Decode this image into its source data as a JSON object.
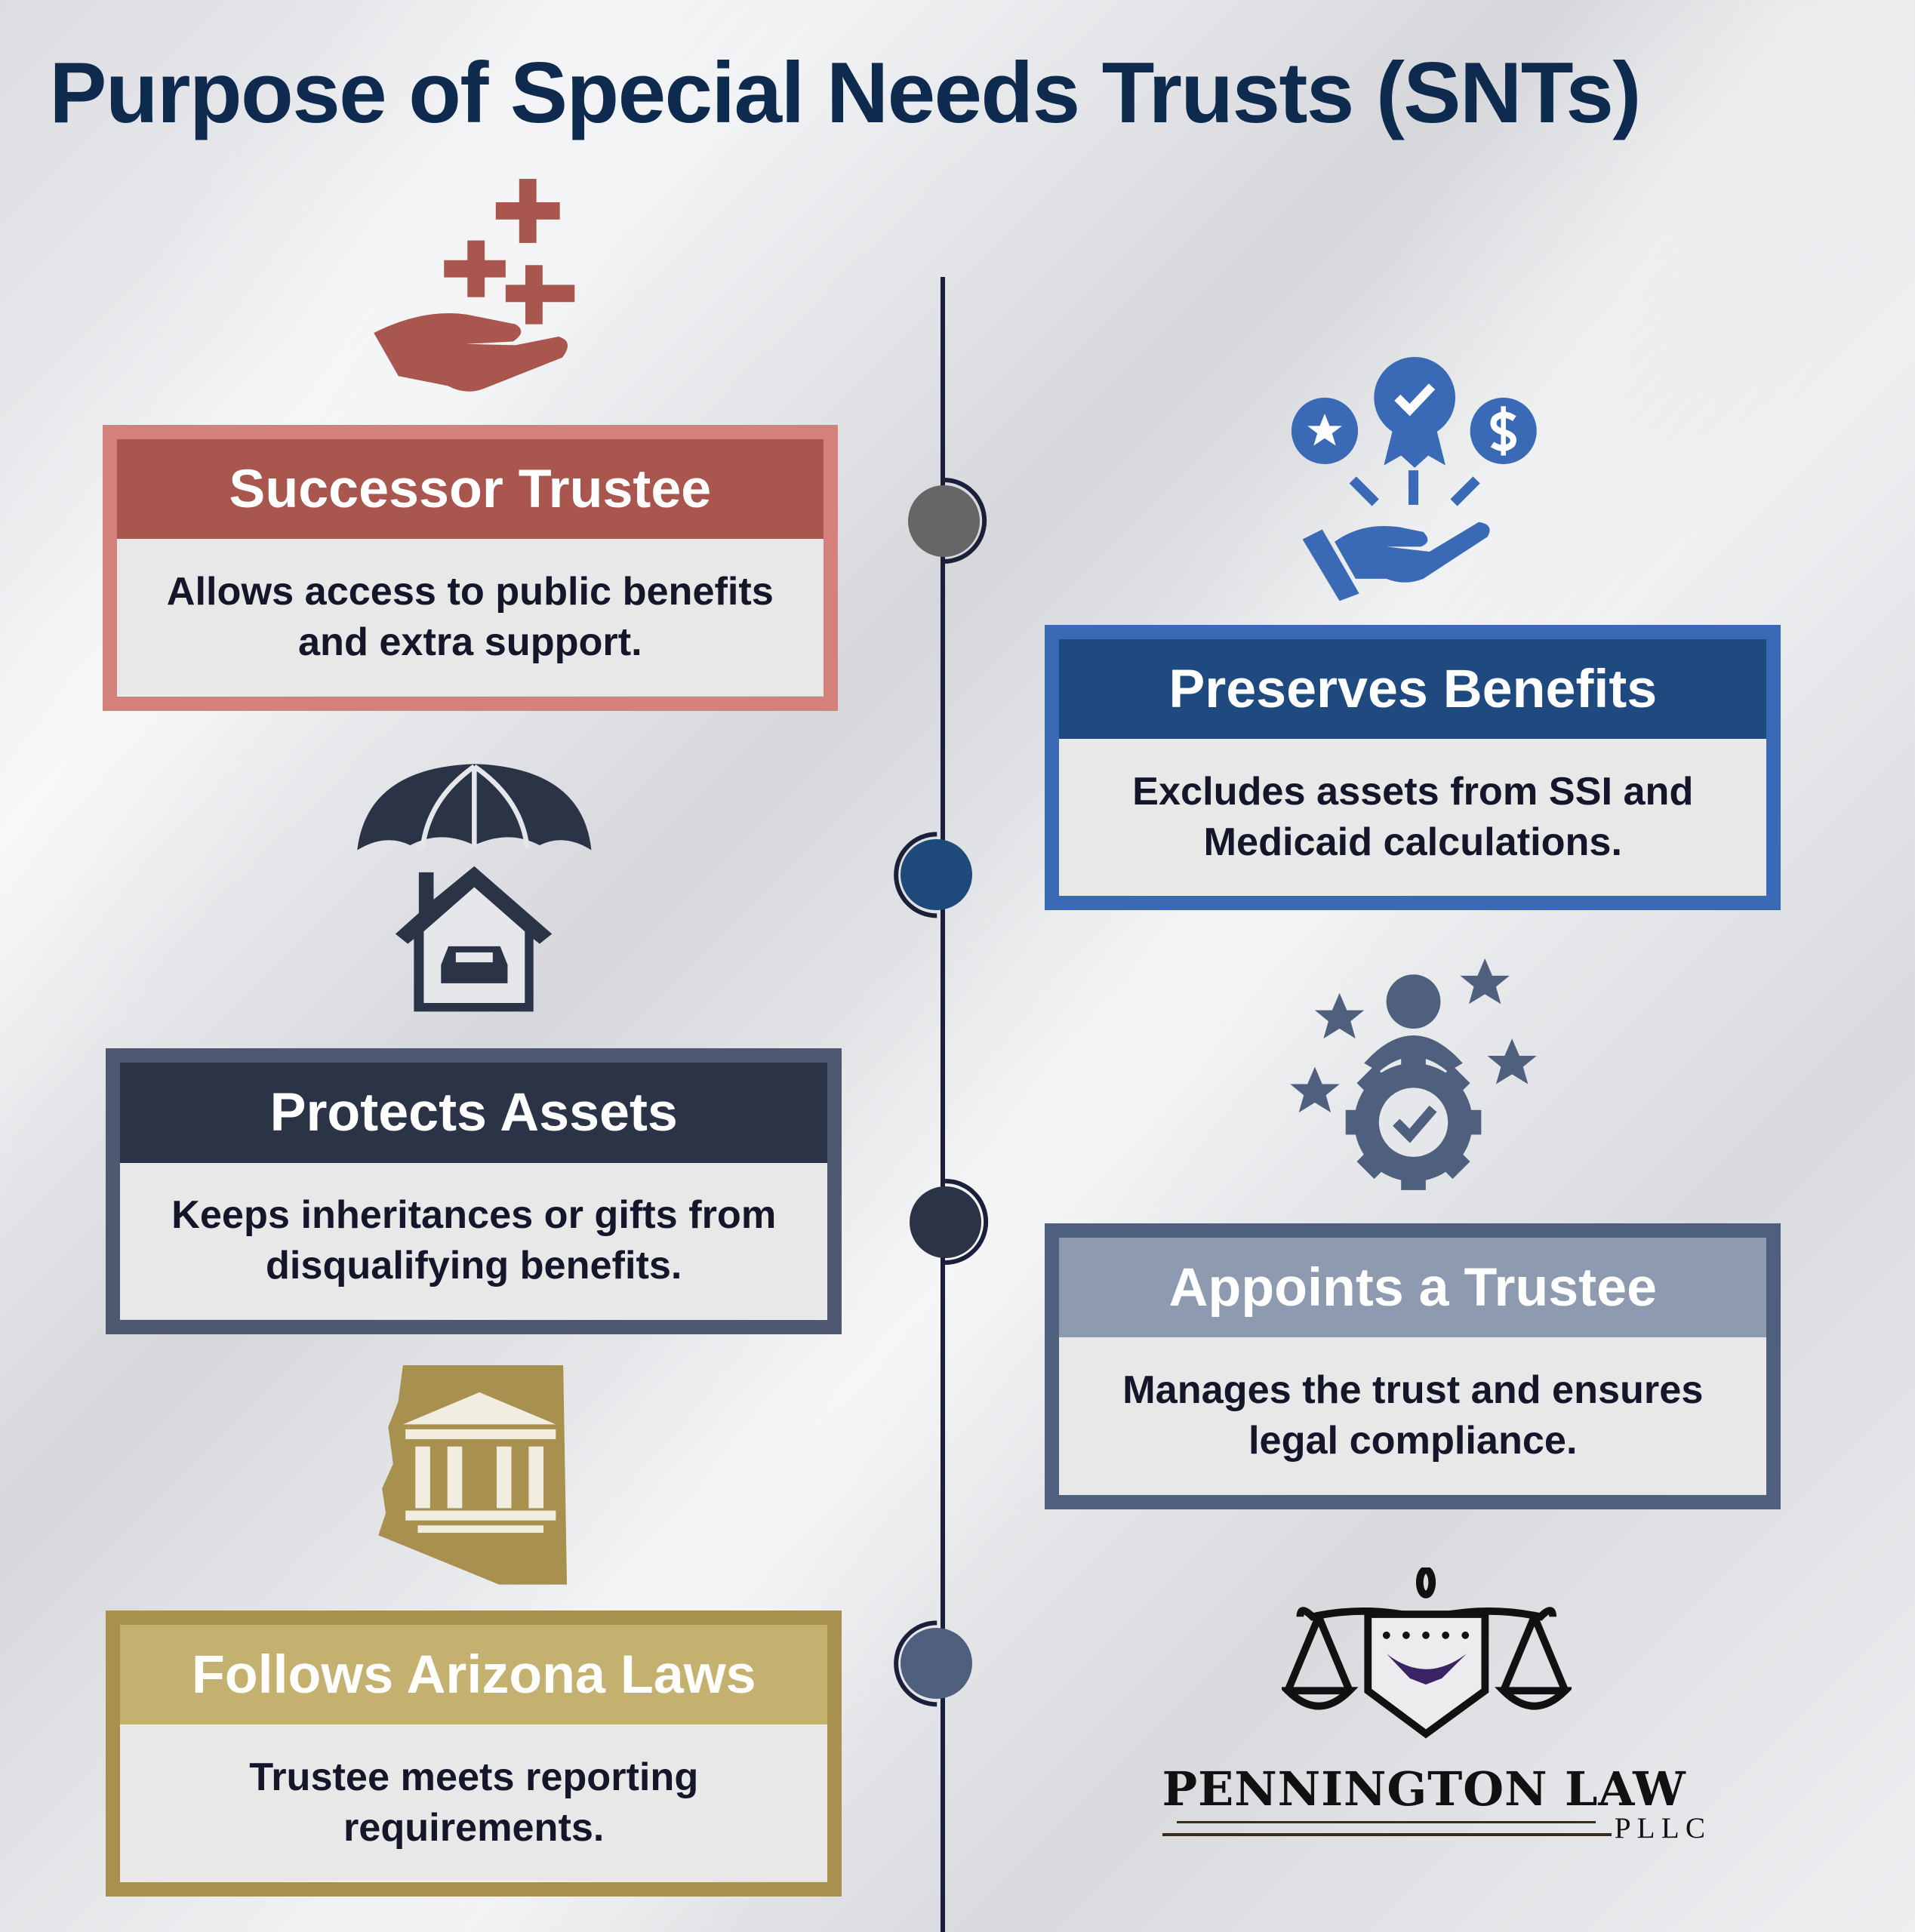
{
  "title": "Purpose of Special Needs Trusts (SNTs)",
  "cards": [
    {
      "title": "Successor Trustee",
      "text": "Allows access to public benefits and extra support.",
      "icon": "hand-with-plus-icon",
      "border": "#d4817c",
      "header": "#a9564f"
    },
    {
      "title": "Preserves Benefits",
      "text": "Excludes assets from SSI and Medicaid calculations.",
      "icon": "hand-with-awards-icon",
      "border": "#3a6ab5",
      "header": "#1f4a7f"
    },
    {
      "title": "Protects Assets",
      "text": "Keeps inheritances or gifts from disqualifying benefits.",
      "icon": "umbrella-house-icon",
      "border": "#4e5870",
      "header": "#2b3447"
    },
    {
      "title": "Appoints a Trustee",
      "text": "Manages the trust and ensures legal compliance.",
      "icon": "person-gear-icon",
      "border": "#4f607e",
      "header": "#8e9ab0"
    },
    {
      "title": "Follows Arizona Laws",
      "text": "Trustee meets reporting requirements.",
      "icon": "arizona-courthouse-icon",
      "border": "#a8904f",
      "header": "#c4b06f"
    }
  ],
  "logo": {
    "name": "PENNINGTON LAW",
    "suffix": "PLLC"
  }
}
